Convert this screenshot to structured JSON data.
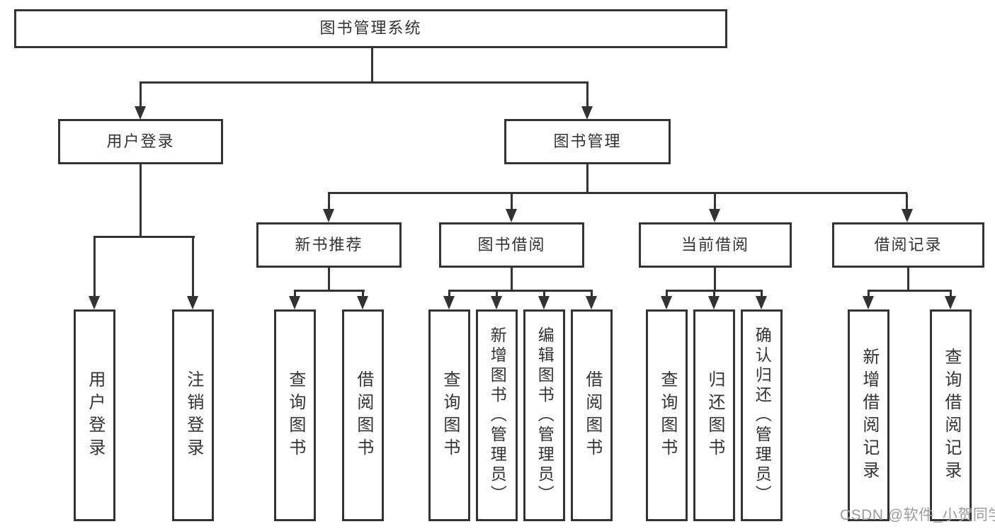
{
  "nodes": {
    "root": "图书管理系统",
    "user_login": "用户登录",
    "book_mgmt": "图书管理",
    "new_book_rec": "新书推荐",
    "book_borrow": "图书借阅",
    "current_borrow": "当前借阅",
    "borrow_records": "借阅记录",
    "ul_user_login": "用户登录",
    "ul_logout": "注销登录",
    "nb_query_book": "查询图书",
    "nb_borrow_book": "借阅图书",
    "bb_query_book": "查询图书",
    "bb_add_book": "新增图书（管理员）",
    "bb_edit_book": "编辑图书（管理员）",
    "bb_borrow_book": "借阅图书",
    "cb_query_book": "查询图书",
    "cb_return_book": "归还图书",
    "cb_confirm_return": "确认归还（管理员）",
    "br_add_record": "新增借阅记录",
    "br_query_record": "查询借阅记录"
  },
  "edges": [
    {
      "from": "图书管理系统",
      "to": [
        "用户登录",
        "图书管理"
      ]
    },
    {
      "from": "用户登录",
      "to": [
        "用户登录",
        "注销登录"
      ]
    },
    {
      "from": "图书管理",
      "to": [
        "新书推荐",
        "图书借阅",
        "当前借阅",
        "借阅记录"
      ]
    },
    {
      "from": "新书推荐",
      "to": [
        "查询图书",
        "借阅图书"
      ]
    },
    {
      "from": "图书借阅",
      "to": [
        "查询图书",
        "新增图书（管理员）",
        "编辑图书（管理员）",
        "借阅图书"
      ]
    },
    {
      "from": "当前借阅",
      "to": [
        "查询图书",
        "归还图书",
        "确认归还（管理员）"
      ]
    },
    {
      "from": "借阅记录",
      "to": [
        "新增借阅记录",
        "查询借阅记录"
      ]
    }
  ],
  "watermark": {
    "text": "CSDN @软件_小贺同学",
    "color": "#9b9b9b"
  },
  "colors": {
    "line": "#333333",
    "text": "#333333",
    "background": "#ffffff"
  }
}
